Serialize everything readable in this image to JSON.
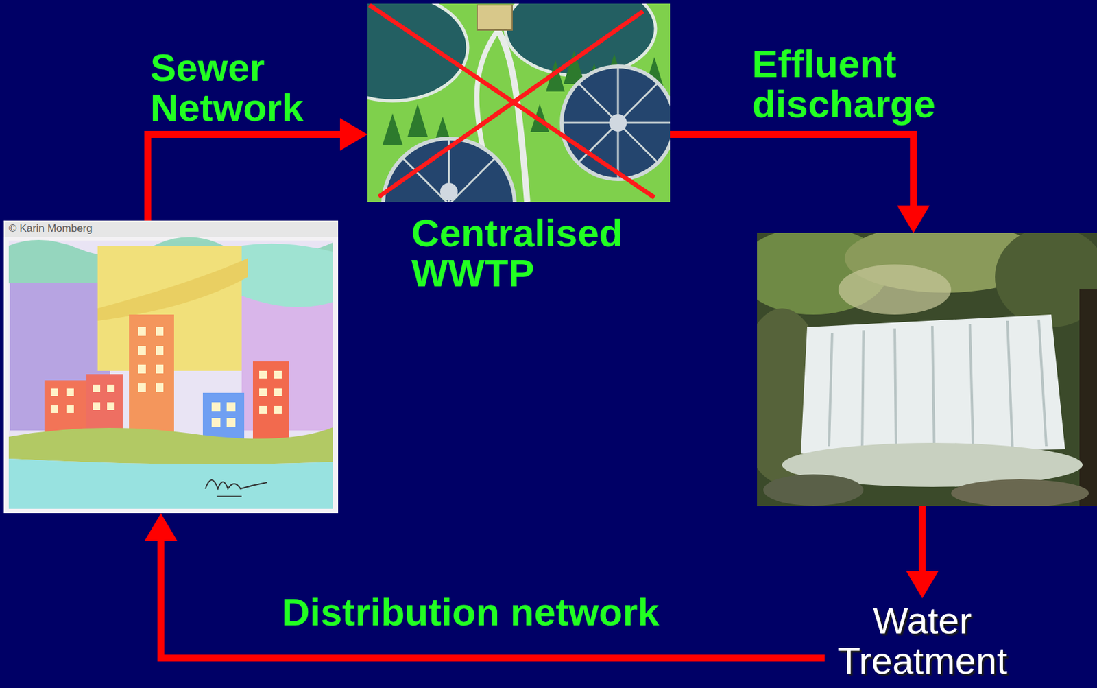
{
  "diagram": {
    "nodes": [
      {
        "text": [
          "© Karin Momberg"
        ]
      },
      {
        "text": [
          "Centralised WWTP"
        ]
      },
      {
        "text": []
      },
      {
        "text": [
          "Water Treatment"
        ]
      }
    ],
    "edges": [
      {
        "from": 0,
        "to": 1,
        "arrow": "to",
        "label": "Sewer Network"
      },
      {
        "from": 1,
        "to": 2,
        "arrow": "to",
        "label": "Effluent discharge"
      },
      {
        "from": 2,
        "to": 3,
        "arrow": "to"
      },
      {
        "from": 3,
        "to": 0,
        "arrow": "to",
        "label": "Distribution network"
      }
    ]
  }
}
